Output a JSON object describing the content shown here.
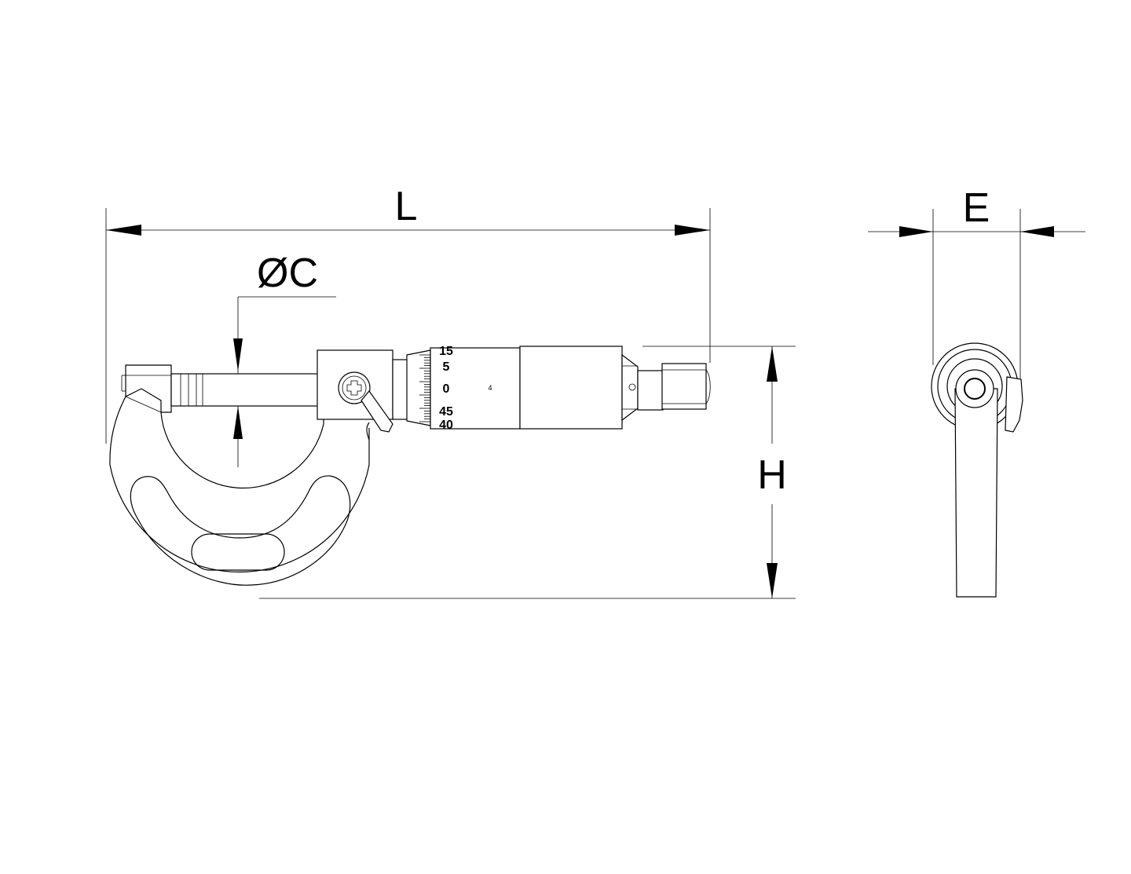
{
  "dimensions": {
    "length_label": "L",
    "diameter_label": "ØC",
    "height_label": "H",
    "width_label": "E"
  },
  "thimble_scale": {
    "top_partial": "15",
    "mark_5": "5",
    "mark_0": "0",
    "mark_45": "45",
    "bottom_partial": "40"
  },
  "sleeve_marking": "4"
}
